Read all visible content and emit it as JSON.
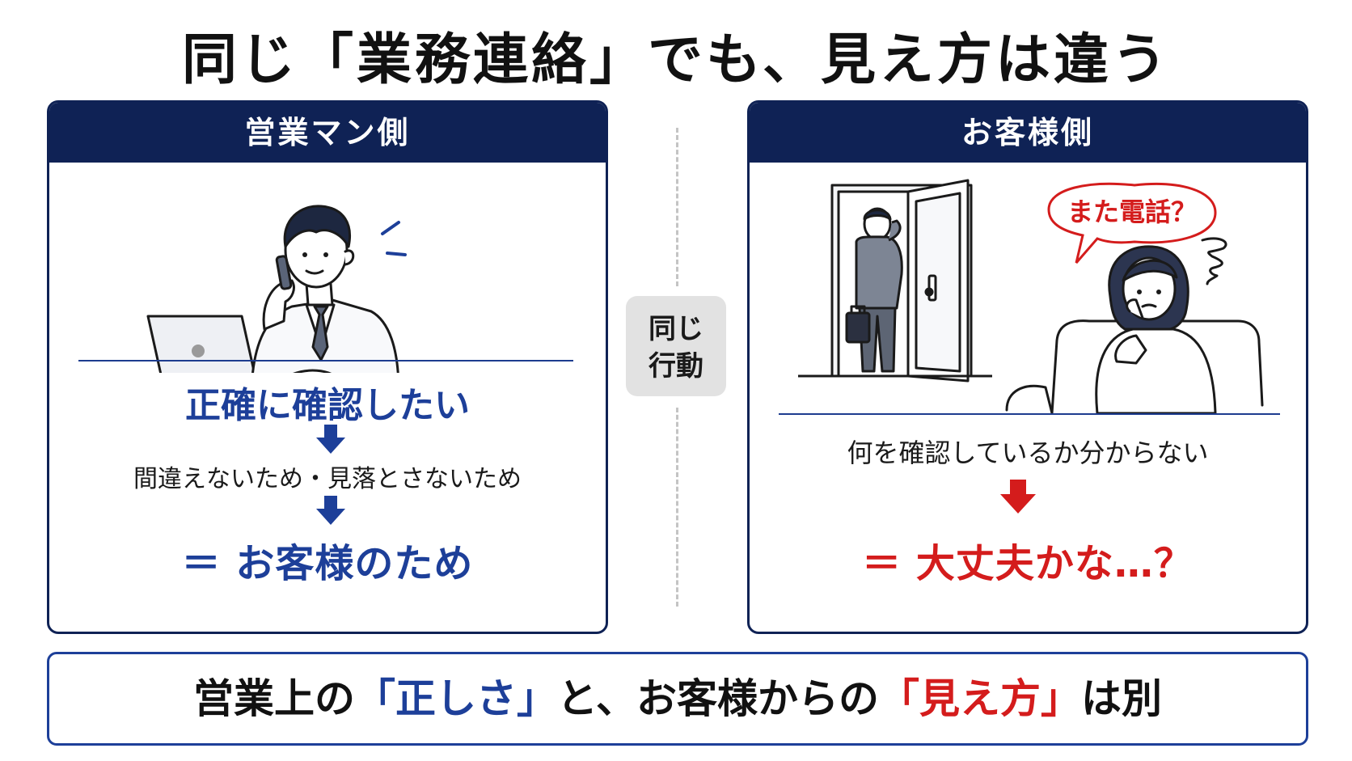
{
  "title": "同じ「業務連絡」でも、見え方は違う",
  "left_panel": {
    "header": "営業マン側",
    "main_text": "正確に確認したい",
    "reason_text": "間違えないため・見落とさないため",
    "conclusion_text": "＝ お客様のため"
  },
  "center_badge": {
    "line1": "同じ",
    "line2": "行動"
  },
  "right_panel": {
    "header": "お客様側",
    "speech_bubble": "また電話？",
    "main_text": "何を確認しているか分からない",
    "conclusion_text": "＝ 大丈夫かな…？"
  },
  "bottom_message": {
    "part1": "営業上の",
    "highlight1": "「正しさ」",
    "part2": "と、お客様からの",
    "highlight2": "「見え方」",
    "part3": "は別"
  },
  "colors": {
    "navy": "#0f2255",
    "blue": "#1d3f99",
    "red": "#d41c1c",
    "gray_badge": "#e2e2e2"
  },
  "icons": [
    "salesman-on-phone-illustration",
    "man-leaving-door-illustration",
    "worried-woman-illustration",
    "down-arrow-icon"
  ]
}
